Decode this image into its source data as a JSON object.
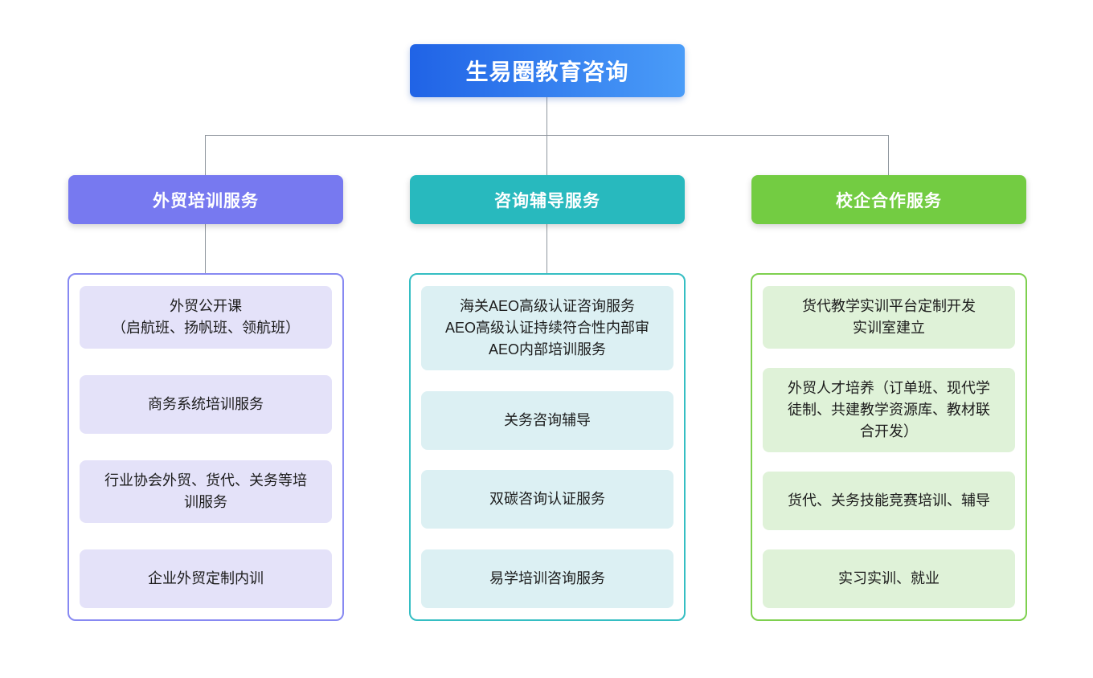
{
  "root": {
    "label": "生易圈教育咨询"
  },
  "branches": [
    {
      "label": "外贸培训服务",
      "items": [
        "外贸公开课\n（启航班、扬帆班、领航班）",
        "商务系统培训服务",
        "行业协会外贸、货代、关务等培\n训服务",
        "企业外贸定制内训"
      ]
    },
    {
      "label": "咨询辅导服务",
      "items": [
        "海关AEO高级认证咨询服务\nAEO高级认证持续符合性内部审\nAEO内部培训服务",
        "关务咨询辅导",
        "双碳咨询认证服务",
        "易学培训咨询服务"
      ]
    },
    {
      "label": "校企合作服务",
      "items": [
        "货代教学实训平台定制开发\n实训室建立",
        "外贸人才培养（订单班、现代学\n徒制、共建教学资源库、教材联\n合开发）",
        "货代、关务技能竞赛培训、辅导",
        "实习实训、就业"
      ]
    }
  ],
  "colors": {
    "root_start": "#2063e6",
    "root_end": "#4a9cf8",
    "branch1": "#7779f0",
    "branch1_border": "#8789f2",
    "branch1_item_bg": "#e4e2f9",
    "branch2": "#28b9be",
    "branch2_border": "#35bec3",
    "branch2_item_bg": "#dcf0f3",
    "branch3": "#73cc42",
    "branch3_border": "#7ed04f",
    "branch3_item_bg": "#dff2d8",
    "connector": "#8f969e",
    "item_text": "#1c1c1c"
  }
}
